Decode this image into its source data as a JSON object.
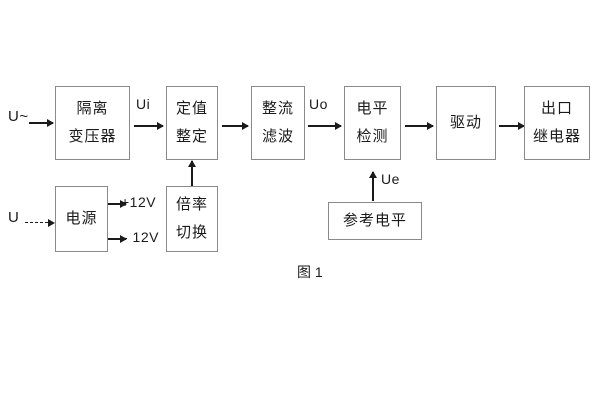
{
  "figure": {
    "caption": "图 1",
    "colors": {
      "box_border": "#8a8a8a",
      "line": "#1a1a1a",
      "text": "#1a1a1a",
      "background": "#ffffff"
    }
  },
  "blocks": [
    {
      "id": "isolation-transformer",
      "lines": [
        "隔离",
        "变压器"
      ]
    },
    {
      "id": "setting-value",
      "lines": [
        "定值",
        "整定"
      ]
    },
    {
      "id": "rectify-filter",
      "lines": [
        "整流",
        "滤波"
      ]
    },
    {
      "id": "level-detection",
      "lines": [
        "电平",
        "检测"
      ]
    },
    {
      "id": "drive",
      "lines": [
        "驱动"
      ]
    },
    {
      "id": "output-relay",
      "lines": [
        "出口",
        "继电器"
      ]
    },
    {
      "id": "power-supply",
      "lines": [
        "电源"
      ]
    },
    {
      "id": "multiplier-switch",
      "lines": [
        "倍率",
        "切换"
      ]
    },
    {
      "id": "reference-level",
      "lines": [
        "参考电平"
      ]
    }
  ],
  "signals": {
    "input_ac": "U~",
    "input_dc": "U",
    "ui": "Ui",
    "uo": "Uo",
    "ue": "Ue",
    "rail_positive": "+12V",
    "rail_negative": "- 12V"
  }
}
